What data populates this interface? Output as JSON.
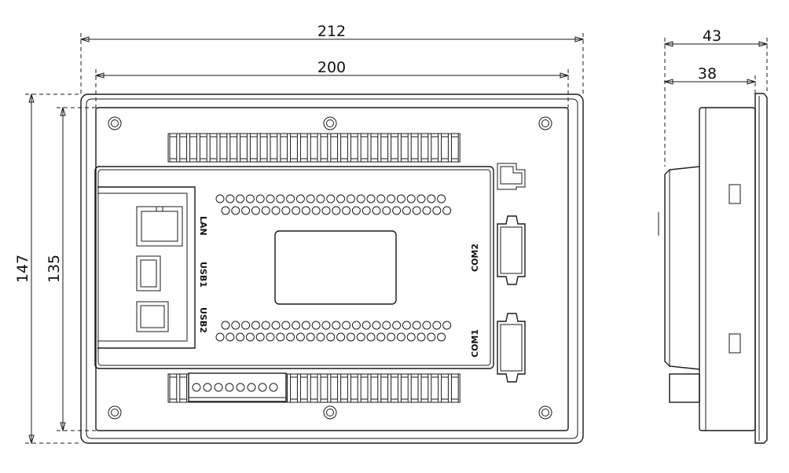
{
  "dimensions": {
    "overall_width": "212",
    "panel_width": "200",
    "overall_height": "147",
    "panel_height": "135",
    "side_overall_depth": "43",
    "side_body_depth": "38"
  },
  "port_labels": {
    "lan": "LAN",
    "usb1": "USB1",
    "usb2": "USB2",
    "com1": "COM1",
    "com2": "COM2"
  },
  "colors": {
    "line": "#1a1a1a",
    "background": "#ffffff"
  }
}
